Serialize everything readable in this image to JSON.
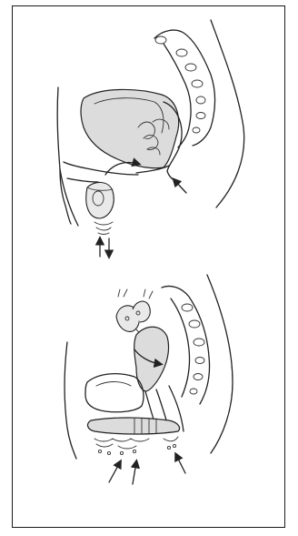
{
  "figure": {
    "colors": {
      "ink": "#222222",
      "shading": "#dcdcdc",
      "background": "#ffffff"
    },
    "panels": [
      {
        "id": "male-pelvis",
        "arrows": [
          "curved-flow-arrow",
          "perineum-arrow",
          "up-arrow",
          "down-arrow"
        ]
      },
      {
        "id": "female-pelvis",
        "arrows": [
          "curved-flow-arrow",
          "left-arrow",
          "middle-arrow",
          "right-arrow"
        ]
      }
    ]
  }
}
